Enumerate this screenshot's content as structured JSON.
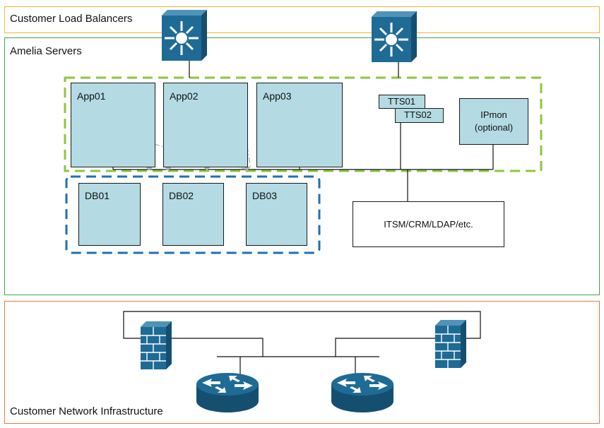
{
  "zones": {
    "load_balancers": "Customer Load Balancers",
    "amelia_servers": "Amelia Servers",
    "network_infrastructure": "Customer Network Infrastructure"
  },
  "app_servers": [
    "App01",
    "App02",
    "App03"
  ],
  "tts": [
    "TTS01",
    "TTS02"
  ],
  "ipmon": {
    "line1": "IPmon",
    "line2": "(optional)"
  },
  "db_servers": [
    "DB01",
    "DB02",
    "DB03"
  ],
  "external_systems": "ITSM/CRM/LDAP/etc.",
  "colors": {
    "load_balancer_zone": "#f2b233",
    "amelia_zone": "#3aa155",
    "network_zone": "#e57a3c",
    "app_group_dash": "#8dc63f",
    "db_group_dash": "#1f6fb5",
    "server_fill": "#b4dbe3",
    "device_fill": "#1e6b96"
  },
  "icons": [
    "switch-icon",
    "firewall-icon",
    "router-icon"
  ]
}
